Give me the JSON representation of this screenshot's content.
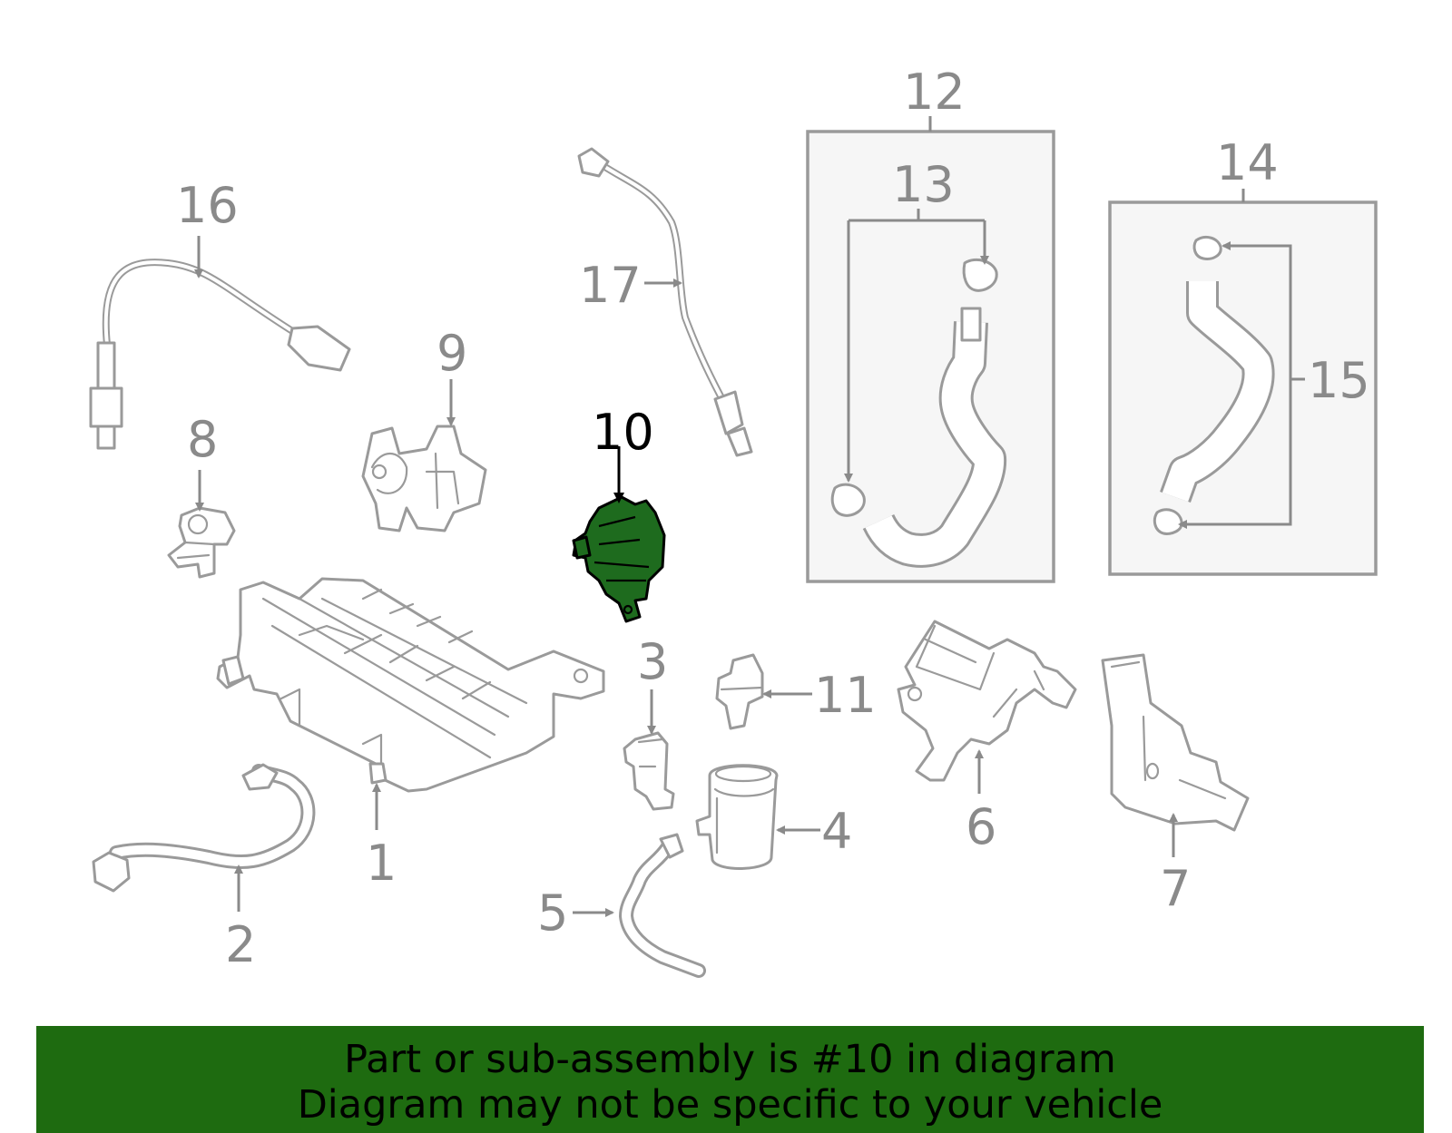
{
  "diagram": {
    "callouts": {
      "c1": "1",
      "c2": "2",
      "c3": "3",
      "c4": "4",
      "c5": "5",
      "c6": "6",
      "c7": "7",
      "c8": "8",
      "c9": "9",
      "c10": "10",
      "c11": "11",
      "c12": "12",
      "c13": "13",
      "c14": "14",
      "c15": "15",
      "c16": "16",
      "c17": "17"
    },
    "highlighted_part": "10",
    "colors": {
      "highlight": "#1e6b1e",
      "banner": "#1e6b10",
      "line": "#9a9a9a"
    }
  },
  "banner": {
    "line1": "Part or sub-assembly is #10 in diagram",
    "line2": "Diagram may not be specific to your vehicle"
  }
}
